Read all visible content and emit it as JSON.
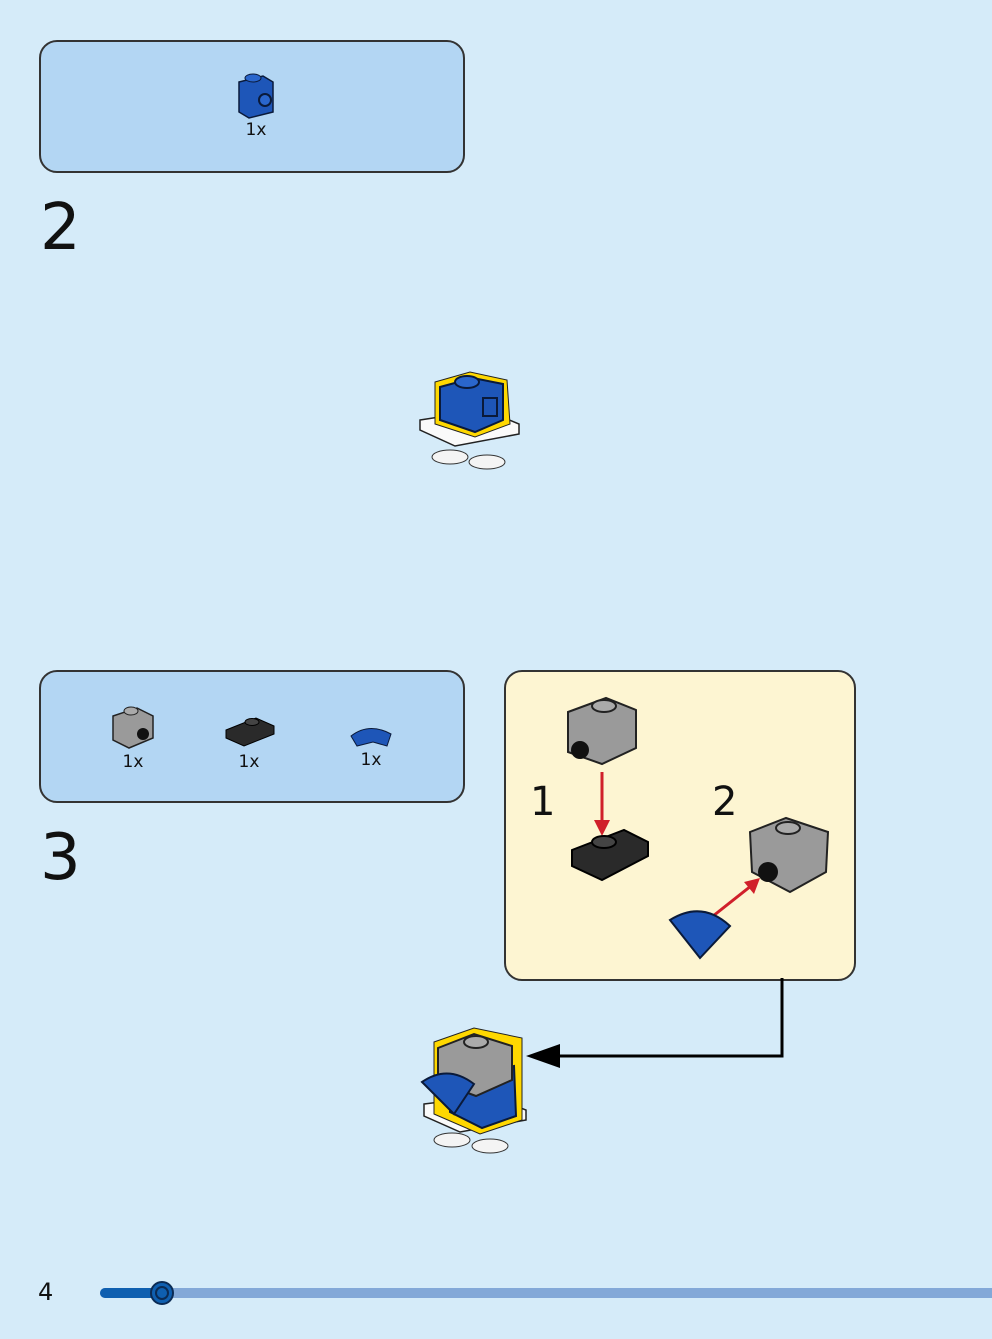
{
  "steps": [
    {
      "number": "2",
      "parts": [
        {
          "name": "blue-bracket-brick",
          "qty": "1x"
        }
      ]
    },
    {
      "number": "3",
      "parts": [
        {
          "name": "gray-bracket-brick",
          "qty": "1x"
        },
        {
          "name": "black-clip-plate",
          "qty": "1x"
        },
        {
          "name": "blue-curved-slope",
          "qty": "1x"
        }
      ],
      "substeps": [
        "1",
        "2"
      ]
    }
  ],
  "page_number": "4",
  "progress_percent": 7,
  "colors": {
    "background": "#d5ebf9",
    "parts_box": "#b3d6f3",
    "substep_box": "#fdf5d2",
    "arrow_red": "#d0202a",
    "progress": "#0f5fb0"
  }
}
